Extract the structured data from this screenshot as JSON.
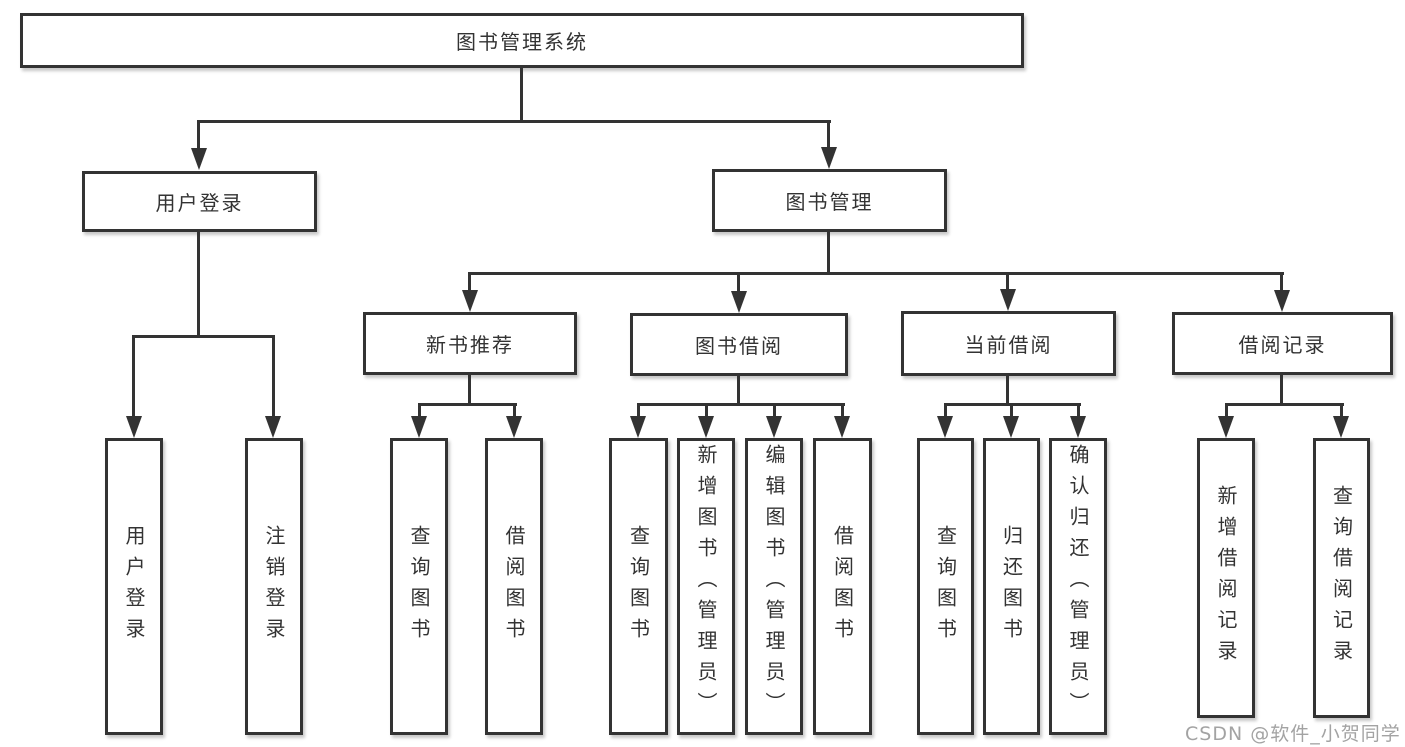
{
  "tree": {
    "root": {
      "label": "图书管理系统",
      "children": [
        {
          "label": "用户登录",
          "children": [
            {
              "label": "用户登录"
            },
            {
              "label": "注销登录"
            }
          ]
        },
        {
          "label": "图书管理",
          "children": [
            {
              "label": "新书推荐",
              "children": [
                {
                  "label": "查询图书"
                },
                {
                  "label": "借阅图书"
                }
              ]
            },
            {
              "label": "图书借阅",
              "children": [
                {
                  "label": "查询图书"
                },
                {
                  "label": "新增图书（管理员）"
                },
                {
                  "label": "编辑图书（管理员）"
                },
                {
                  "label": "借阅图书"
                }
              ]
            },
            {
              "label": "当前借阅",
              "children": [
                {
                  "label": "查询图书"
                },
                {
                  "label": "归还图书"
                },
                {
                  "label": "确认归还（管理员）"
                }
              ]
            },
            {
              "label": "借阅记录",
              "children": [
                {
                  "label": "新增借阅记录"
                },
                {
                  "label": "查询借阅记录"
                }
              ]
            }
          ]
        }
      ]
    }
  },
  "watermark": {
    "text": "CSDN @软件_小贺同学"
  },
  "colors": {
    "line": "#333333",
    "text": "#333333",
    "watermark": "#a3a3a3",
    "background": "#ffffff"
  }
}
